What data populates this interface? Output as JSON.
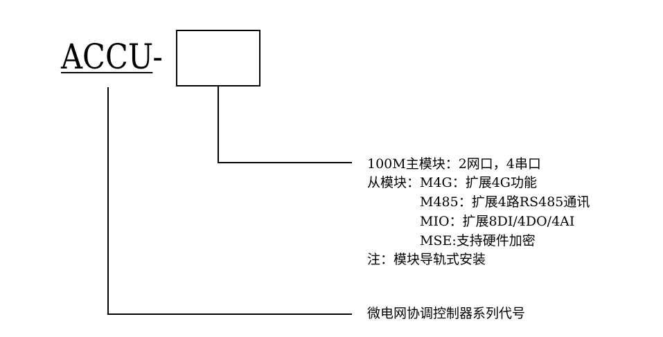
{
  "model": {
    "prefix": "ACCU",
    "dash": "-"
  },
  "descriptions": {
    "main_module": "100M主模块：2网口，4串口",
    "slave_module_header": "从模块：M4G：扩展4G功能",
    "m485": "M485：扩展4路RS485通讯",
    "mio": "MIO：扩展8DI/4DO/4AI",
    "mse": "MSE:支持硬件加密",
    "note": "注：模块导轨式安装",
    "series_code": "微电网协调控制器系列代号"
  }
}
